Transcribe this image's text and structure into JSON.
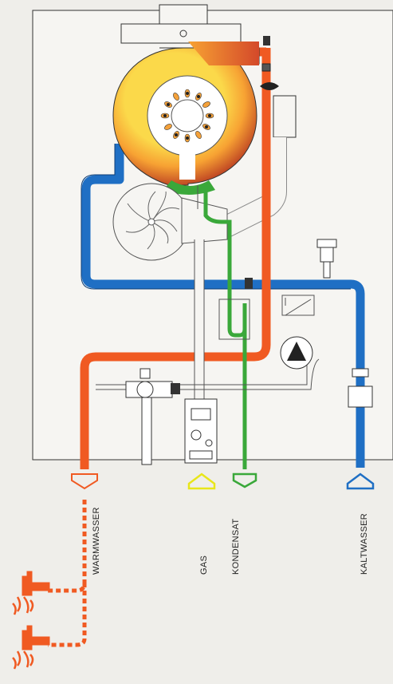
{
  "labels": {
    "warmwasser": "WARMWASSER",
    "gas": "GAS",
    "kondensat": "KONDENSAT",
    "kaltwasser": "KALTWASSER"
  },
  "colors": {
    "hot": "#f05a22",
    "cold": "#1f6fc4",
    "gas": "#e8e61a",
    "condensate": "#3aa83a",
    "background": "#efeeea",
    "housing": "#f6f5f2",
    "outline": "#333333"
  },
  "icons": [
    "arrow-down-icon",
    "arrow-up-icon",
    "tap-icon",
    "burner-icon",
    "fan-icon",
    "pump-icon",
    "valve-icon",
    "gas-valve-icon"
  ]
}
